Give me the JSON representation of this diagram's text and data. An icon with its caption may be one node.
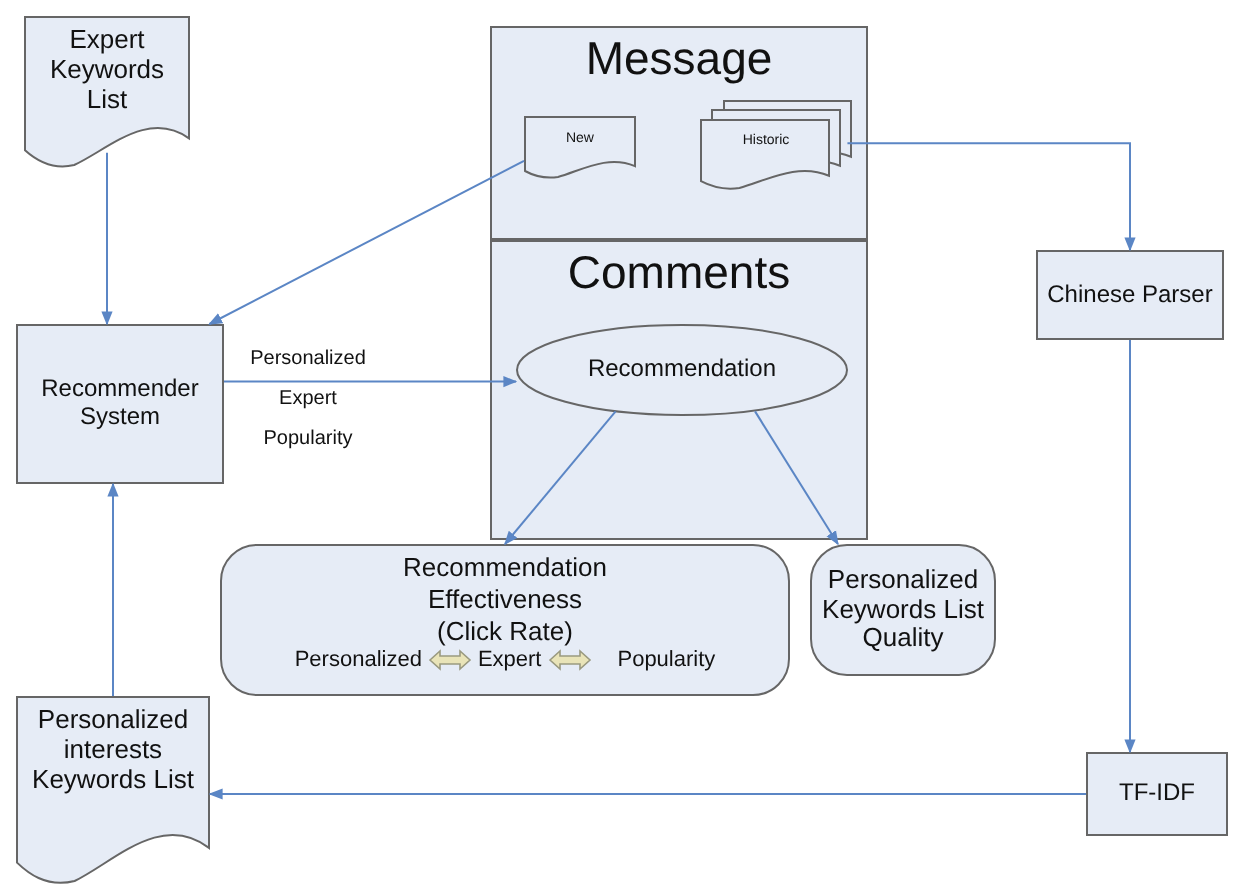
{
  "diagram": {
    "nodes": [
      {
        "text": [
          "Expert Keywords List"
        ]
      },
      {
        "text": [
          "Message"
        ]
      },
      {
        "text": [
          "New"
        ],
        "in": 1
      },
      {
        "text": [
          "Historic"
        ],
        "in": 1
      },
      {
        "text": [
          "Comments"
        ]
      },
      {
        "text": [
          "Recommendation"
        ],
        "in": 4
      },
      {
        "text": [
          "Chinese Parser"
        ]
      },
      {
        "text": [
          "Recommender System"
        ]
      },
      {
        "text": [
          "Recommendation Effectiveness (Click Rate)",
          "Personalized",
          "Expert",
          "Popularity"
        ]
      },
      {
        "text": [
          "Personalized Keywords List Quality"
        ]
      },
      {
        "text": [
          "Personalized interests Keywords List"
        ]
      },
      {
        "text": [
          "TF-IDF"
        ]
      }
    ],
    "edges": [
      {
        "from": 0,
        "to": 7,
        "arrow": "to"
      },
      {
        "from": 2,
        "to": 7,
        "arrow": "to"
      },
      {
        "from": 3,
        "to": 6,
        "arrow": "to"
      },
      {
        "from": 7,
        "to": 5,
        "arrow": "to",
        "label": "Personalized Expert Popularity"
      },
      {
        "from": 5,
        "to": 8,
        "arrow": "to"
      },
      {
        "from": 5,
        "to": 9,
        "arrow": "to"
      },
      {
        "from": 6,
        "to": 11,
        "arrow": "to"
      },
      {
        "from": 11,
        "to": 10,
        "arrow": "to"
      },
      {
        "from": 10,
        "to": 7,
        "arrow": "to"
      }
    ]
  }
}
